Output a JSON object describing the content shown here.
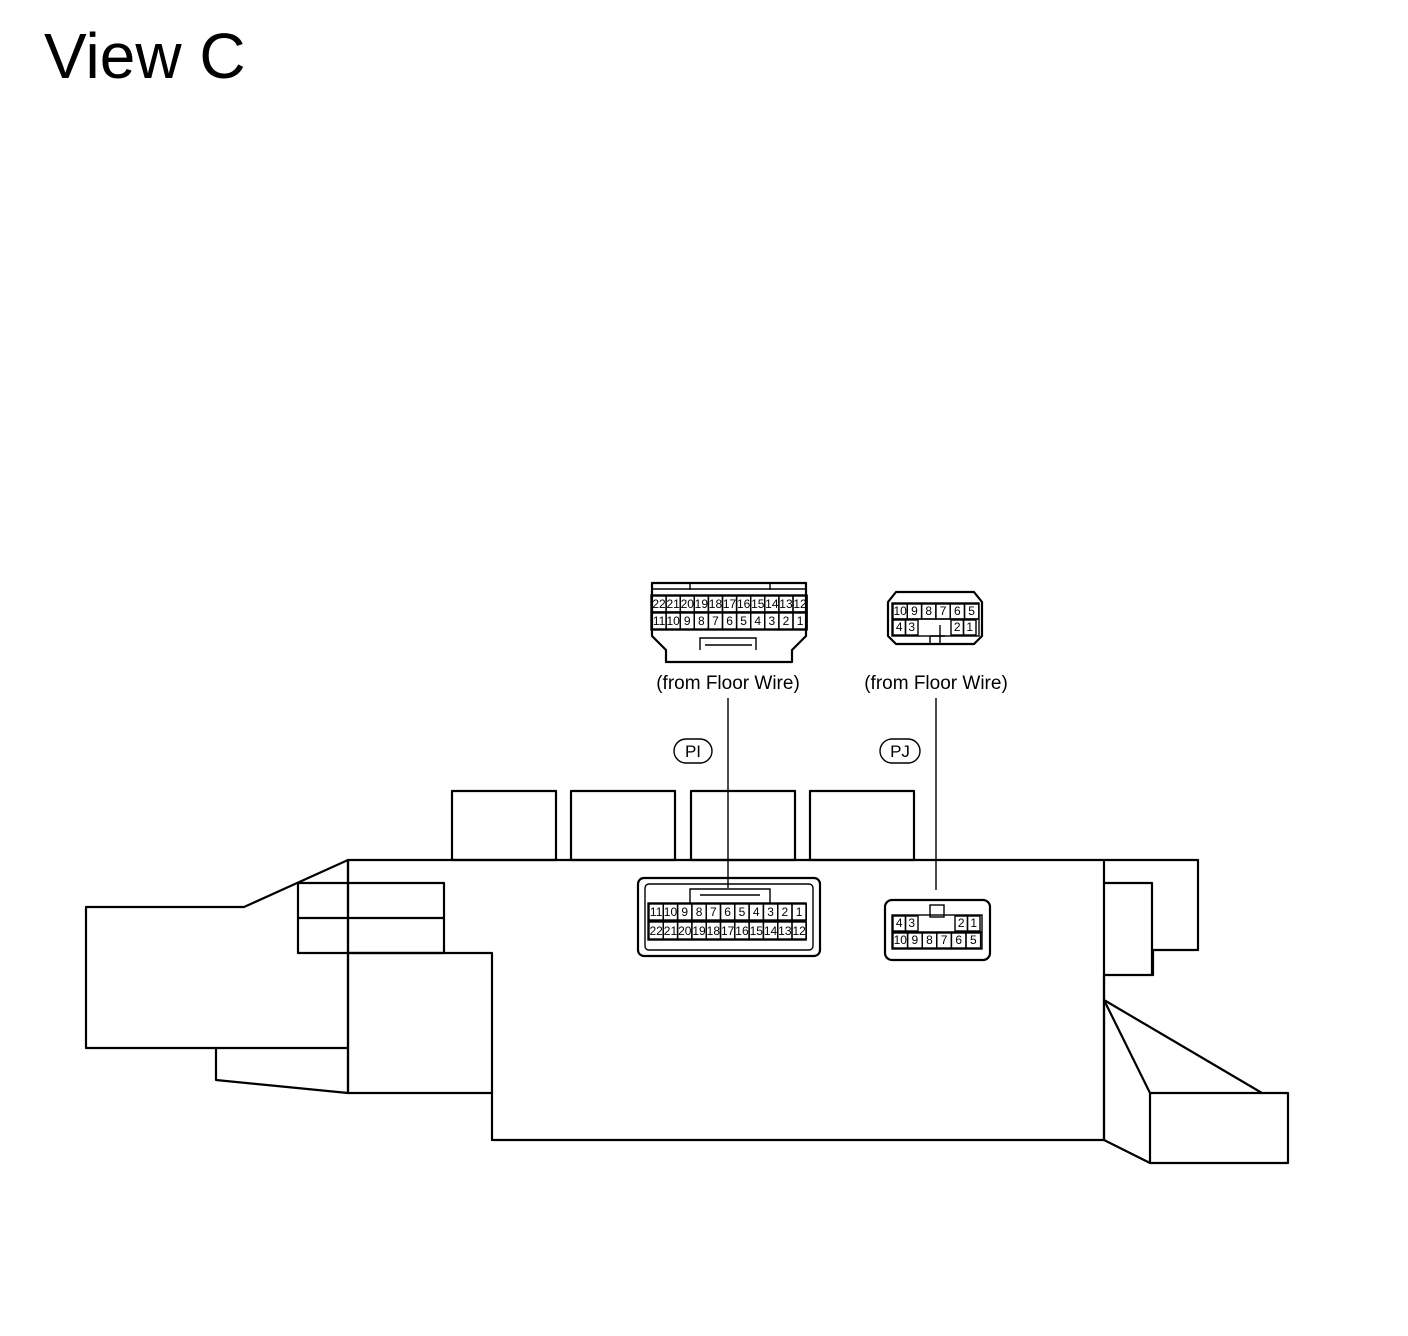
{
  "title": "View C",
  "connectors": [
    {
      "code": "PI",
      "source_label": "(from Floor Wire)",
      "upper_view": {
        "row1": [
          "22",
          "21",
          "20",
          "19",
          "18",
          "17",
          "16",
          "15",
          "14",
          "13",
          "12"
        ],
        "row2": [
          "11",
          "10",
          "9",
          "8",
          "7",
          "6",
          "5",
          "4",
          "3",
          "2",
          "1"
        ]
      },
      "lower_view": {
        "row1": [
          "11",
          "10",
          "9",
          "8",
          "7",
          "6",
          "5",
          "4",
          "3",
          "2",
          "1"
        ],
        "row2": [
          "22",
          "21",
          "20",
          "19",
          "18",
          "17",
          "16",
          "15",
          "14",
          "13",
          "12"
        ]
      }
    },
    {
      "code": "PJ",
      "source_label": "(from Floor Wire)",
      "upper_view": {
        "row1": [
          "10",
          "9",
          "8",
          "7",
          "6",
          "5"
        ],
        "row2": [
          "4",
          "3",
          "2",
          "1"
        ]
      },
      "lower_view": {
        "row1": [
          "4",
          "3",
          "2",
          "1"
        ],
        "row2": [
          "10",
          "9",
          "8",
          "7",
          "6",
          "5"
        ]
      }
    }
  ]
}
